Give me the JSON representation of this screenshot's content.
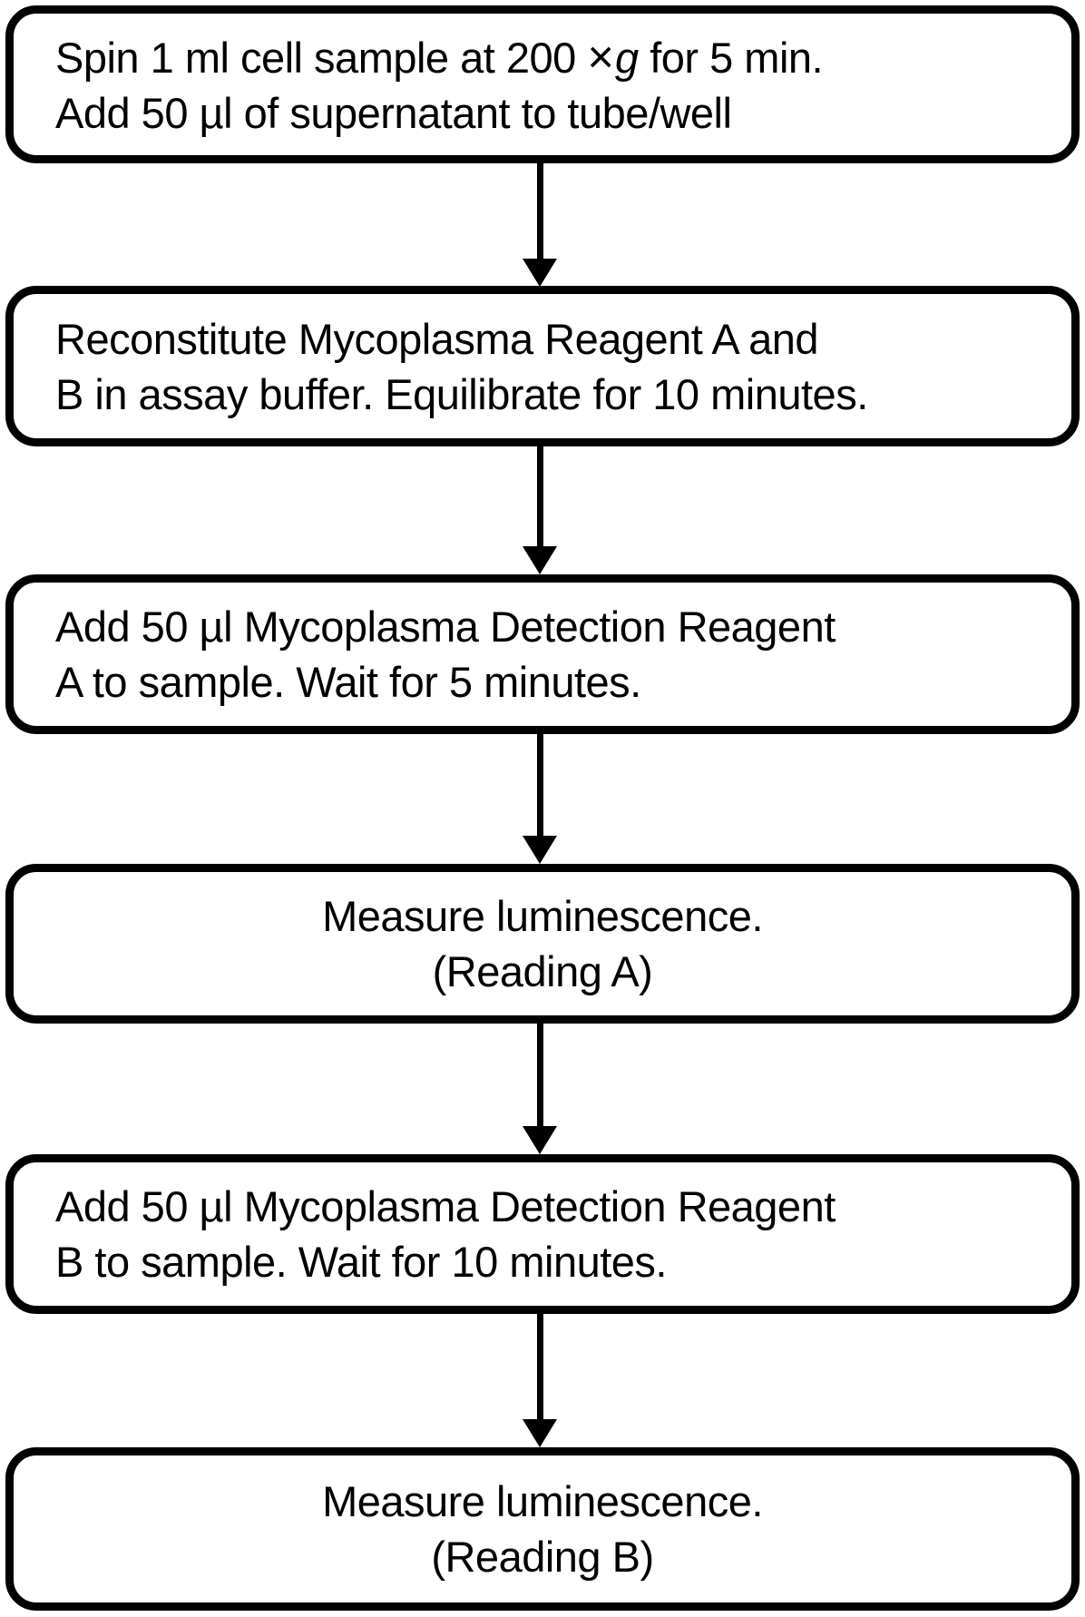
{
  "diagram": {
    "type": "flowchart",
    "direction": "top-down",
    "step_count": 6
  },
  "colors": {
    "ink": "#000000",
    "background": "#ffffff"
  },
  "boxes": [
    {
      "align": "left",
      "line1_pre": "Spin 1 ml cell sample at 200 ",
      "line1_times": "×",
      "line1_italic": "g",
      "line1_post": " for 5 min.",
      "line2": "Add 50 µl of supernatant to tube/well"
    },
    {
      "align": "left",
      "line1": "Reconstitute Mycoplasma Reagent A and",
      "line2": "B in assay buffer. Equilibrate for 10 minutes."
    },
    {
      "align": "left",
      "line1": "Add 50 µl Mycoplasma Detection Reagent",
      "line2": "A to sample. Wait for 5 minutes."
    },
    {
      "align": "center",
      "line1": "Measure luminescence.",
      "line2": "(Reading A)"
    },
    {
      "align": "left",
      "line1": "Add 50 µl Mycoplasma Detection Reagent",
      "line2": "B to sample. Wait for 10 minutes."
    },
    {
      "align": "center",
      "line1": "Measure luminescence.",
      "line2": "(Reading B)"
    }
  ]
}
